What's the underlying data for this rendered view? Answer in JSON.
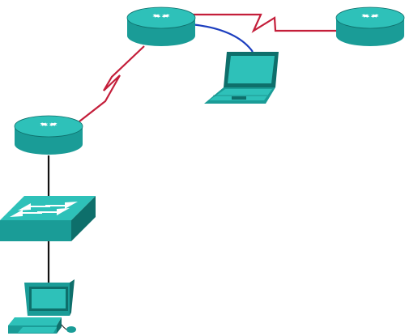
{
  "colors": {
    "device_body": "#1a9c97",
    "device_top": "#2ec1b9",
    "device_dark": "#0e6f6b",
    "serial_link": "#c41e3a",
    "ethernet_link": "#111111",
    "console_link": "#1d3fbf",
    "arrow": "#ffffff"
  },
  "devices": [
    {
      "id": "router-top",
      "type": "router",
      "icon": "router-icon"
    },
    {
      "id": "router-right",
      "type": "router",
      "icon": "router-icon"
    },
    {
      "id": "router-left",
      "type": "router",
      "icon": "router-icon"
    },
    {
      "id": "switch",
      "type": "switch",
      "icon": "switch-icon"
    },
    {
      "id": "laptop",
      "type": "laptop",
      "icon": "laptop-icon"
    },
    {
      "id": "pc",
      "type": "pc",
      "icon": "pc-icon"
    }
  ],
  "links": [
    {
      "from": "router-top",
      "to": "router-right",
      "type": "serial"
    },
    {
      "from": "router-top",
      "to": "router-left",
      "type": "serial"
    },
    {
      "from": "router-top",
      "to": "laptop",
      "type": "console"
    },
    {
      "from": "router-left",
      "to": "switch",
      "type": "ethernet"
    },
    {
      "from": "switch",
      "to": "pc",
      "type": "ethernet"
    }
  ]
}
